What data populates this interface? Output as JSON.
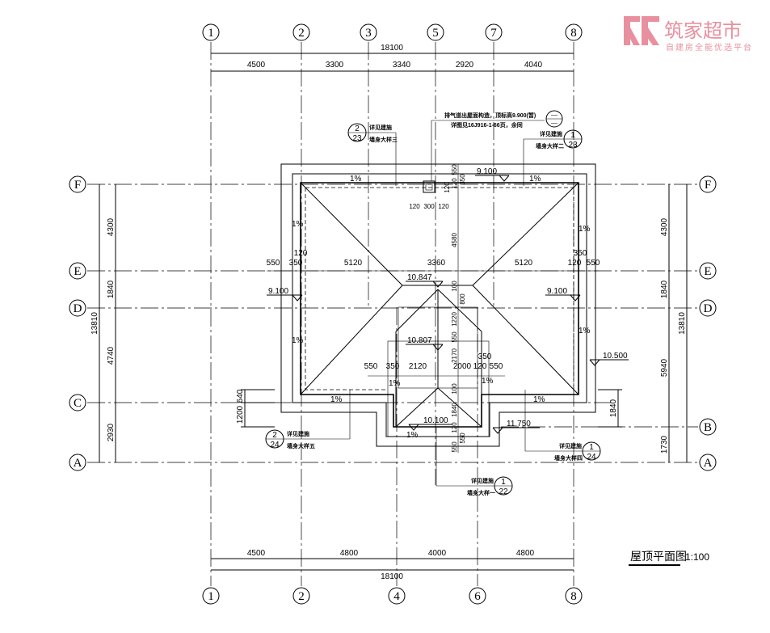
{
  "logo": {
    "name": "筑家超市",
    "slogan": "自建房全能优选平台",
    "color": "#e8909f"
  },
  "axes": {
    "top": [
      "1",
      "2",
      "3",
      "5",
      "7",
      "8"
    ],
    "bottom": [
      "1",
      "2",
      "4",
      "6",
      "8"
    ],
    "left": [
      "F",
      "E",
      "D",
      "C",
      "A"
    ],
    "right": [
      "F",
      "E",
      "D",
      "B",
      "A"
    ]
  },
  "dims": {
    "top_total": "18100",
    "top": [
      "4500",
      "3300",
      "3340",
      "2920",
      "4040"
    ],
    "bottom_total": "18100",
    "bottom": [
      "4500",
      "4800",
      "4000",
      "4800"
    ],
    "left_total": "13810",
    "left": [
      "4300",
      "1840",
      "4740",
      "2930"
    ],
    "right_total": "13810",
    "right": [
      "4300",
      "1840",
      "5940",
      "1730"
    ],
    "row_e": [
      "550",
      "350",
      "120",
      "5120",
      "3360",
      "5120",
      "120",
      "350",
      "550"
    ],
    "row_porch": [
      "550",
      "350",
      "2120",
      "2000",
      "120",
      "350",
      "550"
    ],
    "center_col": [
      "550",
      "350",
      "120",
      "120",
      "4580",
      "100",
      "800",
      "1220",
      "550",
      "2170",
      "100",
      "1840",
      "120",
      "550",
      "550"
    ],
    "vent": [
      "120",
      "300",
      "120"
    ],
    "left_small": [
      "640",
      "1200"
    ],
    "right_small": "1840"
  },
  "elevations": [
    "9.100",
    "10.847",
    "9.100",
    "9.100",
    "10.807",
    "10.500",
    "10.100",
    "11.750"
  ],
  "slope": "1%",
  "vent_note": {
    "line1": "排气道出屋面构造，顶标高9.900(暂)",
    "line2": "详图见16J916-1-66页，余同",
    "num": "—",
    "den": "—"
  },
  "callouts": [
    {
      "num": "2",
      "den": "23",
      "l1": "详见建施",
      "l2": "墙身大样三"
    },
    {
      "num": "1",
      "den": "23",
      "l1": "详见建施",
      "l2": "墙身大样二"
    },
    {
      "num": "2",
      "den": "24",
      "l1": "详见建施",
      "l2": "墙身大样五"
    },
    {
      "num": "1",
      "den": "24",
      "l1": "详见建施",
      "l2": "墙身大样四"
    },
    {
      "num": "1",
      "den": "22",
      "l1": "详见建施",
      "l2": "墙身大样一"
    }
  ],
  "title": {
    "name": "屋顶平面图",
    "scale": "1:100"
  }
}
